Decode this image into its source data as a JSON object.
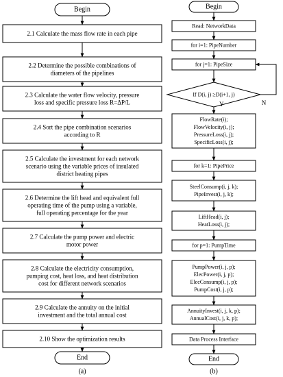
{
  "left": {
    "begin": "Begin",
    "end": "End",
    "caption": "(a)",
    "steps": [
      [
        "2.1 Calculate the mass flow rate in each pipe"
      ],
      [
        "2.2 Determine the possible combinations of",
        "diameters of the pipelines"
      ],
      [
        "2.3 Calculate the water flow velocity, pressure",
        "loss and specific pressure loss R=ΔP/L"
      ],
      [
        "2.4 Sort the pipe combination scenarios",
        "according to R"
      ],
      [
        "2.5 Calculate the investment for each network",
        "scenario using the variable prices of insulated",
        "district heating pipes"
      ],
      [
        "2.6 Determine the lift head and equivalent full",
        "operating time of the pump using a variable,",
        "full operating percentage for the year"
      ],
      [
        "2.7 Calculate the pump power and electric",
        "motor power"
      ],
      [
        "2.8 Calculate the electricity consumption,",
        "pumping cost, heat loss, and heat distribution",
        "cost for different network scenarios"
      ],
      [
        "2.9 Calculate the annuity on the initial",
        "investment and the total annual cost"
      ],
      [
        "2.10 Show the optimization results"
      ]
    ]
  },
  "right": {
    "begin": "Begin",
    "end": "End",
    "caption": "(b)",
    "decision": "If D(i, j) ≥D(i+1, j)",
    "yes_label": "Y",
    "no_label": "N",
    "boxes": [
      [
        "Read: NetworkData"
      ],
      [
        "for i=1: PipeNumber"
      ],
      [
        "for j=1: PipeSize"
      ],
      [
        "FlowRate(i);",
        "FlowVelocity(i, j);",
        "PressureLoss(i, j);",
        "SpecificLoss(i, j);"
      ],
      [
        "for k=1: PipePrice"
      ],
      [
        "SteelConsump(i, j, k);",
        "PipeInvest(i, j, k);"
      ],
      [
        "LiftHead(i, j);",
        "HeatLoss(i, j);"
      ],
      [
        "for p=1: PumpTime"
      ],
      [
        "PumpPower(i, j, p);",
        "ElecPower(i, j, p);",
        "ElecConsump(i, j, p);",
        "PumpCost(i, j, p);"
      ],
      [
        "AnnuityInvest(i, j, k, p);",
        "AnnualCost(i, j, k, p);"
      ],
      [
        "Data Process Interface"
      ]
    ]
  }
}
